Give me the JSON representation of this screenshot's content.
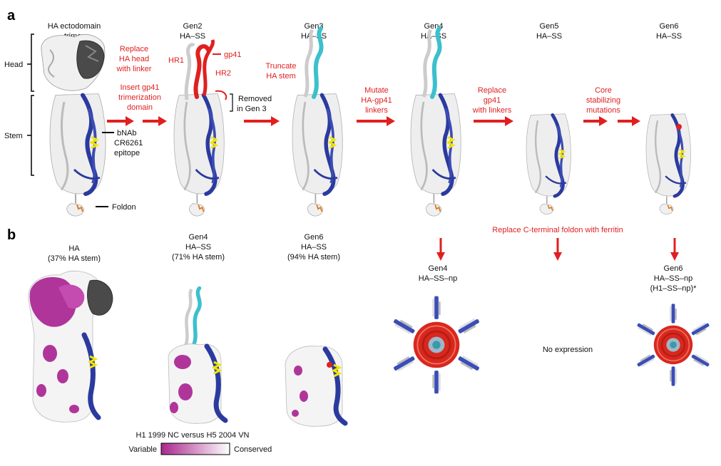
{
  "panels": {
    "a": "a",
    "b": "b"
  },
  "row_a": {
    "structures": [
      {
        "title": [
          "HA ectodomain",
          "trimer"
        ]
      },
      {
        "title": [
          "Gen2",
          "HA–SS"
        ]
      },
      {
        "title": [
          "Gen3",
          "HA–SS"
        ]
      },
      {
        "title": [
          "Gen4",
          "HA–SS"
        ]
      },
      {
        "title": [
          "Gen5",
          "HA–SS"
        ]
      },
      {
        "title": [
          "Gen6",
          "HA–SS"
        ]
      }
    ],
    "regions": {
      "head": "Head",
      "stem": "Stem"
    },
    "epitope": [
      "bNAb",
      "CR6261",
      "epitope"
    ],
    "foldon": "Foldon",
    "gen2_labels": {
      "hr1": "HR1",
      "gp41": "gp41",
      "hr2": "HR2"
    },
    "removed": [
      "Removed",
      "in Gen 3"
    ],
    "steps": {
      "step1a": [
        "Replace",
        "HA head",
        "with linker"
      ],
      "step1b": [
        "Insert gp41",
        "trimerization",
        "domain"
      ],
      "step2": [
        "Truncate",
        "HA stem"
      ],
      "step3": [
        "Mutate",
        "HA-gp41",
        "linkers"
      ],
      "step4": [
        "Replace",
        "gp41",
        "with linkers"
      ],
      "step5": [
        "Core",
        "stabilizing",
        "mutations"
      ]
    }
  },
  "row_b": {
    "structures": [
      {
        "title": [
          "HA",
          "(37% HA stem)"
        ]
      },
      {
        "title": [
          "Gen4",
          "HA–SS",
          "(71% HA stem)"
        ]
      },
      {
        "title": [
          "Gen6",
          "HA–SS",
          "(94% HA stem)"
        ]
      }
    ],
    "ferritin_step": "Replace C-terminal foldon with ferritin",
    "nanoparticles": [
      {
        "title": [
          "Gen4",
          "HA–SS–np"
        ]
      },
      {
        "title": [
          "Gen6",
          "HA–SS–np",
          "(H1–SS–np)*"
        ]
      }
    ],
    "no_expression": "No expression",
    "legend": {
      "title": "H1 1999 NC versus H5 2004 VN",
      "low": "Variable",
      "high": "Conserved",
      "colors": [
        "#a8278c",
        "#ffffff"
      ]
    }
  },
  "colors": {
    "accent": "#e02020",
    "stem": "#2b3a9e",
    "epitope": "#f2e600",
    "helix": "#3cc0cc",
    "foldon": "#e07a1a",
    "head_dark": "#444444",
    "surface_var": "#b0359a",
    "ferritin": "#d8281e"
  }
}
